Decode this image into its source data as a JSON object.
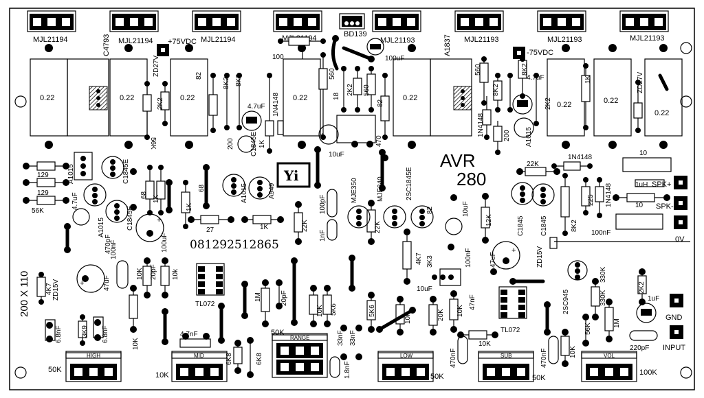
{
  "board": {
    "title": "AVR",
    "model": "280",
    "size": "200 X 110",
    "phone": "081292512865",
    "logo": "Yi"
  },
  "transistors_top": [
    "MJL21194",
    "MJL21194",
    "MJL21194",
    "MJL21194",
    "BD139",
    "MJL21193",
    "MJL21193",
    "MJL21193",
    "MJL21193"
  ],
  "power": {
    "pos": "+75VDC",
    "neg": "-75VDC"
  },
  "resistors_022": [
    "0.22",
    "0.22",
    "0.22",
    "0.22",
    "0.22",
    "0.22",
    "0.22",
    "0.22"
  ],
  "drivers": {
    "left": "C4793",
    "right": "A1837"
  },
  "labels_top": [
    "ZD27V",
    "2K2",
    "82",
    "8K2",
    "8K2",
    "4.7uF",
    "1N4148",
    "100",
    "18",
    "560",
    "2K2",
    "560",
    "100uF",
    "560",
    "8K2",
    "8K2",
    "4.7uF",
    "1N4148",
    "82",
    "2K2",
    "1K",
    "ZD27V",
    "56K",
    "C1845E",
    "200",
    "1K",
    "470",
    "10uF",
    "200",
    "A1015"
  ],
  "labels_mid": [
    "129",
    "129",
    "56K",
    "A1015",
    "C1845E",
    "68",
    "1K",
    "68",
    "A1015",
    "A949",
    "4.7uF",
    "A1015",
    "C1845E",
    "470pF",
    "100uF",
    "27",
    "1K",
    "1K",
    "22K",
    "100pF",
    "1nF",
    "MJE350",
    "MJE340",
    "2SC1845E",
    "22K",
    "82",
    "12K",
    "10uF",
    "22K",
    "1N4148",
    "10",
    "1uH",
    "10",
    "225",
    "8K2",
    "1N4148",
    "C1845",
    "C1845",
    "100nF"
  ],
  "labels_low": [
    "4K7",
    "ZD15V",
    "47uF",
    "100nF",
    "10K",
    "20pF",
    "10k",
    "TL072",
    "1M",
    "20pF",
    "10K",
    "5K6",
    "5K6",
    "4K7",
    "3K3",
    "100nF",
    "10uF",
    "47uF",
    "ZD15V",
    "47nF",
    "10K",
    "20K",
    "10k",
    "2SC945",
    "330K",
    "330K",
    "56K",
    "1M",
    "2K2",
    "1uF",
    "10K",
    "TL072",
    "220pF"
  ],
  "labels_bottom": [
    "6.8nF",
    "3K9",
    "6.8nF",
    "4.7nF",
    "6K8",
    "6K8",
    "33nF",
    "33nF",
    "470nF",
    "470nF",
    "1.8nF",
    "10K",
    "10K"
  ],
  "pots": [
    {
      "name": "HIGH",
      "value": "50K"
    },
    {
      "name": "MID",
      "value": "10K"
    },
    {
      "name": "RANGE",
      "value": "50K"
    },
    {
      "name": "LOW",
      "value": "50K"
    },
    {
      "name": "SUB",
      "value": "50K"
    },
    {
      "name": "VOL",
      "value": "100K"
    }
  ],
  "connectors": {
    "spk_pos": "SPK+",
    "spk": "SPK-",
    "zero": "0V",
    "gnd": "GND",
    "input": "INPUT"
  }
}
